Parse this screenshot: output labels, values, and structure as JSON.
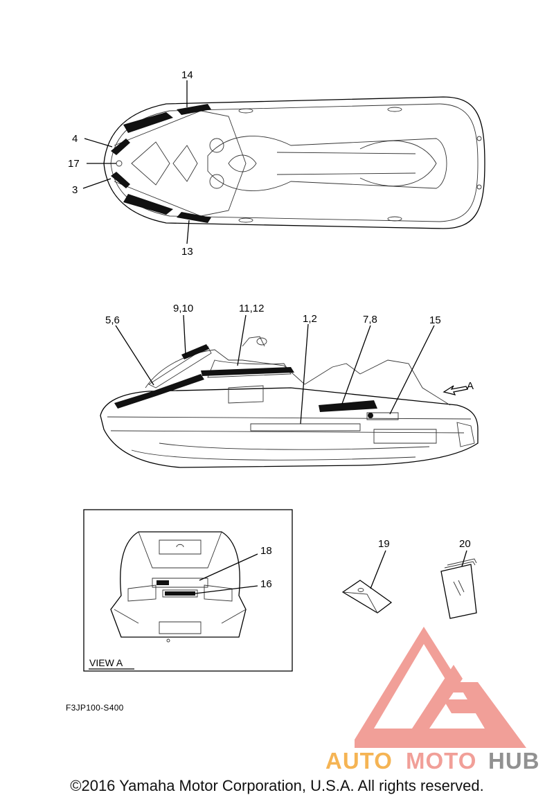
{
  "top_view": {
    "callouts": [
      {
        "id": "c14",
        "text": "14"
      },
      {
        "id": "c4",
        "text": "4"
      },
      {
        "id": "c17",
        "text": "17"
      },
      {
        "id": "c3",
        "text": "3"
      },
      {
        "id": "c13",
        "text": "13"
      }
    ]
  },
  "side_view": {
    "callouts": [
      {
        "id": "c56",
        "text": "5,6"
      },
      {
        "id": "c910",
        "text": "9,10"
      },
      {
        "id": "c1112",
        "text": "11,12"
      },
      {
        "id": "c12",
        "text": "1,2"
      },
      {
        "id": "c78",
        "text": "7,8"
      },
      {
        "id": "c15",
        "text": "15"
      },
      {
        "id": "cA",
        "text": "A"
      }
    ]
  },
  "view_a": {
    "label": "VIEW A",
    "callouts": [
      {
        "id": "c18",
        "text": "18"
      },
      {
        "id": "c16",
        "text": "16"
      }
    ]
  },
  "accessories": {
    "callouts": [
      {
        "id": "c19",
        "text": "19"
      },
      {
        "id": "c20",
        "text": "20"
      }
    ]
  },
  "part_code": "F3JP100-S400",
  "watermark": {
    "text_a": "AUTO",
    "text_b": "MOTO",
    "text_c": "HUB"
  },
  "copyright": "©2016 Yamaha Motor Corporation, U.S.A. All rights reserved.",
  "colors": {
    "logo_red": "#f19a93",
    "logo_orange": "#f5b04b",
    "logo_grey": "#8c8c8c"
  }
}
